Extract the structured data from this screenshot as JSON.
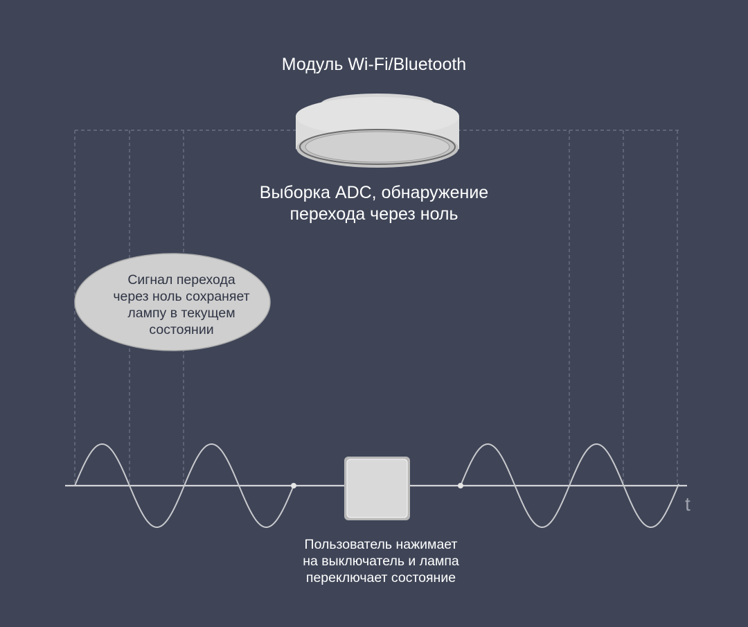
{
  "diagram": {
    "module_title": "Модуль Wi-Fi/Bluetooth",
    "adc_caption": "Выборка ADC, обнаружение\nперехода через ноль",
    "bubble_caption": "Сигнал перехода\nчерез ноль сохраняет\nлампу в текущем\nсостоянии",
    "press_caption": "Пользователь нажимает\nна выключатель и лампа\nпереключает состояние",
    "time_axis_label": "t"
  },
  "colors": {
    "background": "#3f4557",
    "wave": "#c9cace",
    "dashed_guides": "#6b7183",
    "device_fill": "#d9d9d9",
    "bubble_fill": "#cfcfcf",
    "text": "#ffffff"
  },
  "icons": [
    "ceiling-lamp-module-icon",
    "wall-switch-icon"
  ]
}
